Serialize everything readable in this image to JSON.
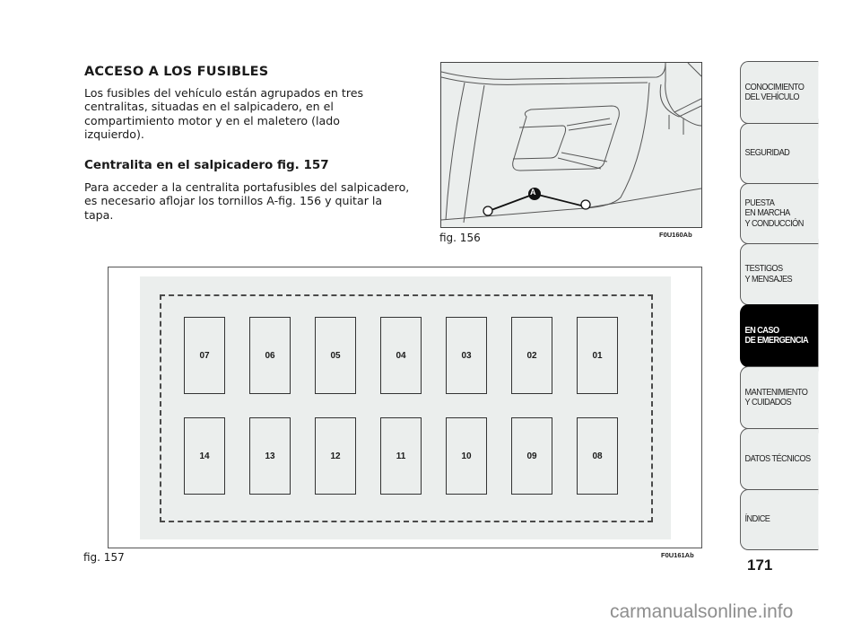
{
  "section": {
    "title": "ACCESO A LOS FUSIBLES",
    "intro": [
      "Los fusibles del vehículo están agrupados en tres",
      "centralitas, situadas en el salpicadero, en el",
      "compartimiento motor y en el maletero (lado",
      "izquierdo)."
    ],
    "subtitle": "Centralita en el salpicadero fig. 157",
    "body": [
      "Para acceder a la centralita portafusibles del salpicadero,",
      "es necesario aflojar los tornillos A-fig. 156 y quitar la",
      "tapa."
    ]
  },
  "figure156": {
    "caption": "fig. 156",
    "code": "F0U160Ab",
    "callout": "A"
  },
  "figure157": {
    "caption": "fig. 157",
    "code": "F0U161Ab",
    "fuses_top": [
      "07",
      "06",
      "05",
      "04",
      "03",
      "02",
      "01"
    ],
    "fuses_bottom": [
      "14",
      "13",
      "12",
      "11",
      "10",
      "09",
      "08"
    ]
  },
  "tabs": [
    {
      "label": "CONOCIMIENTO\nDEL VEHÍCULO",
      "active": false
    },
    {
      "label": "SEGURIDAD",
      "active": false
    },
    {
      "label": "PUESTA\nEN MARCHA\nY CONDUCCIÓN",
      "active": false
    },
    {
      "label": "TESTIGOS\nY MENSAJES",
      "active": false
    },
    {
      "label": "EN CASO\nDE EMERGENCIA",
      "active": true
    },
    {
      "label": "MANTENIMIENTO\nY CUIDADOS",
      "active": false
    },
    {
      "label": "DATOS TÉCNICOS",
      "active": false
    },
    {
      "label": "ÍNDICE",
      "active": false
    }
  ],
  "page_number": "171",
  "watermark": "carmanualsonline.info",
  "colors": {
    "panel": "#ebeeed",
    "active_tab": "#000000",
    "line": "#444444"
  }
}
